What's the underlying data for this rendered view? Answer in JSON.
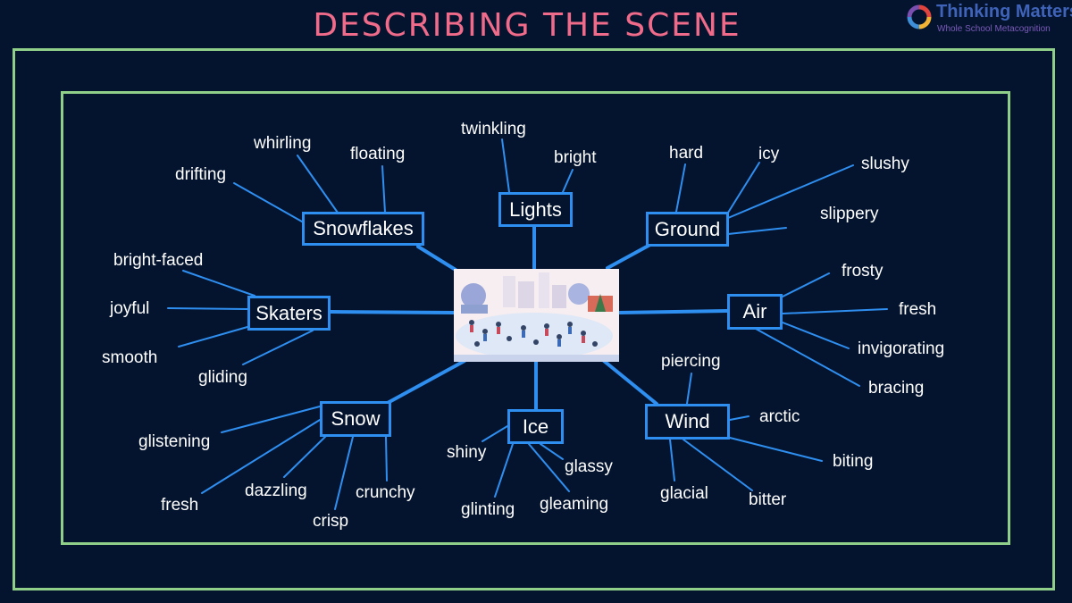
{
  "title": "DESCRIBING THE SCENE",
  "logo": {
    "name": "Thinking Matters",
    "tagline": "Whole School Metacognition"
  },
  "hubs": [
    {
      "id": "snowflakes",
      "label": "Snowflakes",
      "words": [
        "drifting",
        "whirling",
        "floating"
      ]
    },
    {
      "id": "lights",
      "label": "Lights",
      "words": [
        "twinkling",
        "bright"
      ]
    },
    {
      "id": "ground",
      "label": "Ground",
      "words": [
        "hard",
        "icy",
        "slushy",
        "slippery"
      ]
    },
    {
      "id": "skaters",
      "label": "Skaters",
      "words": [
        "bright-faced",
        "joyful",
        "smooth",
        "gliding"
      ]
    },
    {
      "id": "air",
      "label": "Air",
      "words": [
        "frosty",
        "fresh",
        "invigorating",
        "bracing"
      ]
    },
    {
      "id": "snow",
      "label": "Snow",
      "words": [
        "glistening",
        "fresh",
        "dazzling",
        "crisp",
        "crunchy"
      ]
    },
    {
      "id": "ice",
      "label": "Ice",
      "words": [
        "shiny",
        "glinting",
        "gleaming",
        "glassy"
      ]
    },
    {
      "id": "wind",
      "label": "Wind",
      "words": [
        "piercing",
        "arctic",
        "biting",
        "bitter",
        "glacial"
      ]
    }
  ],
  "colors": {
    "title": "#f06b8a",
    "frame": "#8fcf8a",
    "link": "#2f8ff0",
    "background": "#04142f"
  },
  "central_image": "ice-skating-rink-illustration"
}
